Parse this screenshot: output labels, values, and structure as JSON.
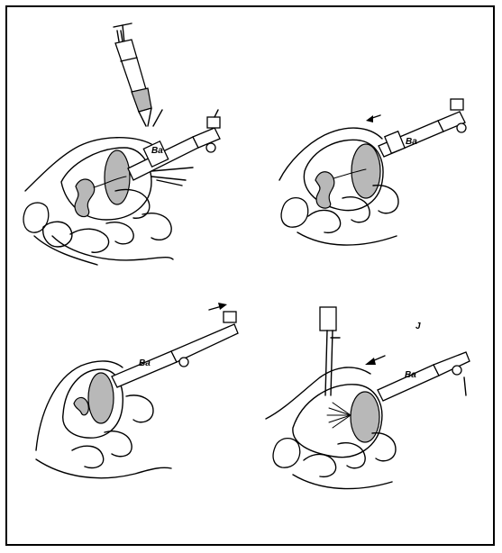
{
  "figure": {
    "border_color": "#000000",
    "background": "#ffffff",
    "shade_color": "#b8b8b8"
  },
  "panels": [
    {
      "id": "top-left",
      "scope_label": "Ba",
      "icons": [
        "syringe-icon",
        "balloon-catheter-icon"
      ]
    },
    {
      "id": "top-right",
      "scope_label": "Ba",
      "icons": [
        "arrow-left-icon"
      ]
    },
    {
      "id": "bottom-left",
      "scope_label": "Ba",
      "icons": [
        "arrow-right-icon"
      ]
    },
    {
      "id": "bottom-right",
      "scope_label": "Ba",
      "hook_label": "J",
      "icons": [
        "spray-catheter-icon",
        "arrow-left-icon"
      ]
    }
  ]
}
